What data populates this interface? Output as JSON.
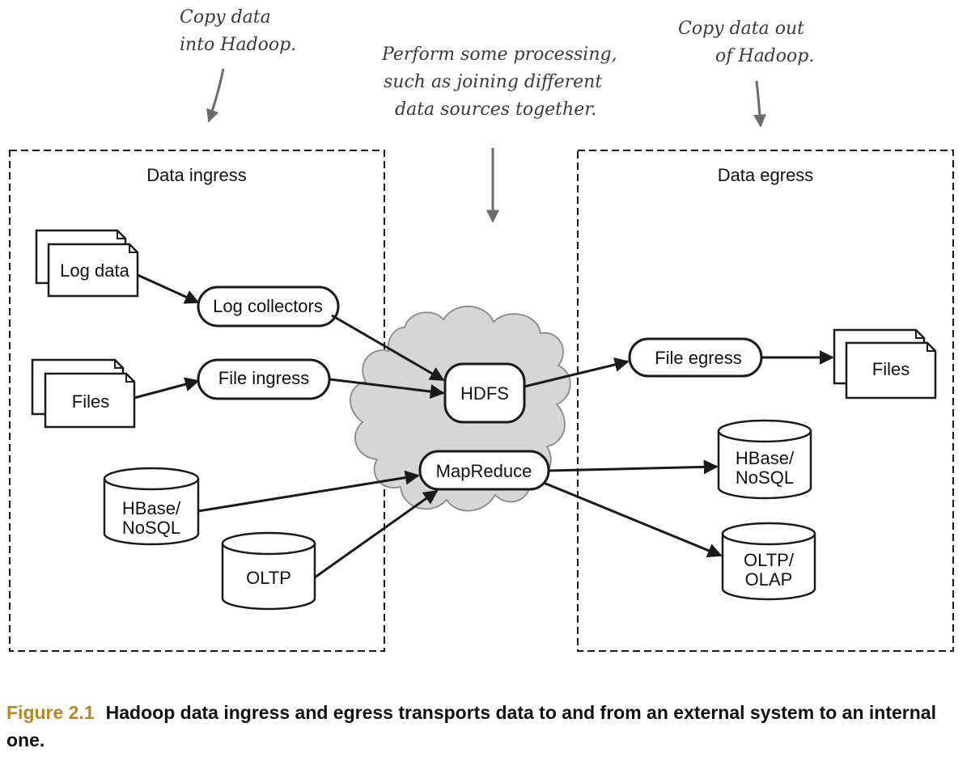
{
  "annotations": {
    "copy_in": [
      "Copy data",
      "into Hadoop."
    ],
    "processing": [
      "Perform some processing,",
      "such as joining different",
      "data sources together."
    ],
    "copy_out": [
      "Copy data out",
      "of Hadoop."
    ]
  },
  "ingress": {
    "title": "Data ingress",
    "log_data": "Log data",
    "files": "Files",
    "hbase": [
      "HBase/",
      "NoSQL"
    ],
    "oltp": "OLTP",
    "log_collectors": "Log collectors",
    "file_ingress": "File ingress"
  },
  "hadoop": {
    "hdfs": "HDFS",
    "mapreduce": "MapReduce"
  },
  "egress": {
    "title": "Data egress",
    "file_egress": "File egress",
    "files": "Files",
    "hbase": [
      "HBase/",
      "NoSQL"
    ],
    "oltp_olap": [
      "OLTP/",
      "OLAP"
    ]
  },
  "caption": {
    "label": "Figure 2.1",
    "text": "Hadoop data ingress and egress transports data to and from an external system to an internal one."
  }
}
